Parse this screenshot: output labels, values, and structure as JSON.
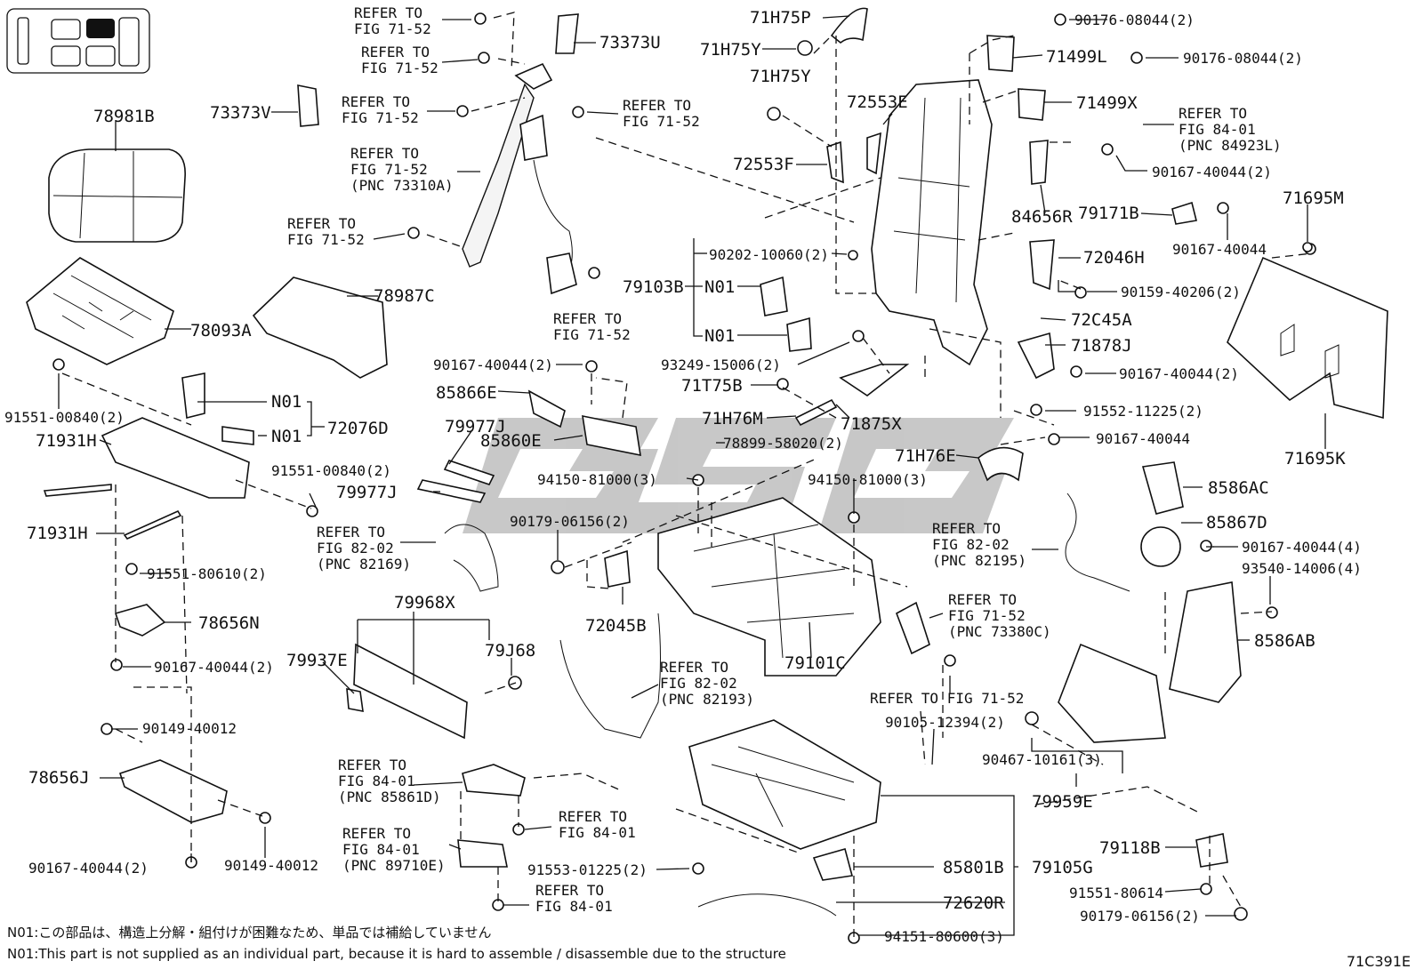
{
  "diagram_code": "71C391E",
  "watermark": "GSG",
  "notes": [
    "N01:この部品は、構造上分解・組付けが困難なため、単品では補給していません",
    "N01:This part is not supplied as an individual part, because it is hard to assemble / disassemble due to the structure"
  ],
  "labels": {
    "l01": "REFER TO",
    "l02": "FIG 71-52",
    "l03": "REFER TO",
    "l04": "FIG 71-52",
    "l05": "73373U",
    "l06": "71H75P",
    "l07": "71H75Y",
    "l08": "71H75Y",
    "l09": "90176-08044(2)",
    "l10": "71499L",
    "l11": "90176-08044(2)",
    "l12": "73373V",
    "l13": "REFER TO",
    "l14": "FIG 71-52",
    "l15": "REFER TO",
    "l16": "FIG 71-52",
    "l17": "72553E",
    "l18": "71499X",
    "l19": "REFER TO",
    "l20": "FIG 84-01",
    "l21": "(PNC 84923L)",
    "l22": "78981B",
    "l23": "REFER TO",
    "l24": "FIG 71-52",
    "l25": "(PNC 73310A)",
    "l26": "72553F",
    "l27": "90167-40044(2)",
    "l28": "84656R",
    "l29": "79171B",
    "l30": "71695M",
    "l31": "REFER TO",
    "l32": "FIG 71-52",
    "l33": "90202-10060(2)",
    "l34": "90167-40044",
    "l35": "72046H",
    "l36": "79103B",
    "l37": "N01",
    "l38": "N01",
    "l39": "78987C",
    "l40": "90159-40206(2)",
    "l41": "REFER TO",
    "l42": "FIG 71-52",
    "l43": "78093A",
    "l44": "72C45A",
    "l45": "71878J",
    "l46": "93249-15006(2)",
    "l47": "90167-40044(2)",
    "l48": "90167-40044(2)",
    "l49": "85866E",
    "l50": "71T75B",
    "l51": "N01",
    "l52": "72076D",
    "l53": "N01",
    "l54": "91551-00840(2)",
    "l55": "71H76M",
    "l56": "71875X",
    "l57": "91552-11225(2)",
    "l58": "71931H",
    "l59": "79977J",
    "l60": "85860E",
    "l61": "78899-58020(2)",
    "l62": "90167-40044",
    "l63": "71H76E",
    "l64": "71695K",
    "l65": "91551-00840(2)",
    "l66": "94150-81000(3)",
    "l67": "94150-81000(3)",
    "l68": "79977J",
    "l69": "8586AC",
    "l70": "90179-06156(2)",
    "l71": "REFER TO",
    "l72": "FIG 82-02",
    "l73": "(PNC 82169)",
    "l74": "REFER TO",
    "l75": "FIG 82-02",
    "l76": "(PNC 82195)",
    "l77": "85867D",
    "l78": "71931H",
    "l79": "90167-40044(4)",
    "l80": "91551-80610(2)",
    "l81": "93540-14006(4)",
    "l82": "72045B",
    "l83": "79968X",
    "l84": "REFER TO",
    "l85": "FIG 71-52",
    "l86": "(PNC 73380C)",
    "l87": "78656N",
    "l88": "8586AB",
    "l89": "79937E",
    "l90": "79J68",
    "l91": "79101C",
    "l92": "90167-40044(2)",
    "l93": "REFER TO",
    "l94": "FIG 82-02",
    "l95": "(PNC 82193)",
    "l96": "REFER TO FIG 71-52",
    "l97": "90149-40012",
    "l98": "90105-12394(2)",
    "l99": "78656J",
    "l100": "90467-10161(3)",
    "l101": "REFER TO",
    "l102": "FIG 84-01",
    "l103": "(PNC 85861D)",
    "l104": "79959E",
    "l105": "REFER TO",
    "l106": "FIG 84-01",
    "l107": "79118B",
    "l108": "REFER TO",
    "l109": "FIG 84-01",
    "l110": "(PNC 89710E)",
    "l111": "90167-40044(2)",
    "l112": "90149-40012",
    "l113": "91553-01225(2)",
    "l114": "85801B",
    "l115": "79105G",
    "l116": "91551-80614",
    "l117": "REFER TO",
    "l118": "FIG 84-01",
    "l119": "72620R",
    "l120": "90179-06156(2)",
    "l121": "94151-80600(3)"
  }
}
